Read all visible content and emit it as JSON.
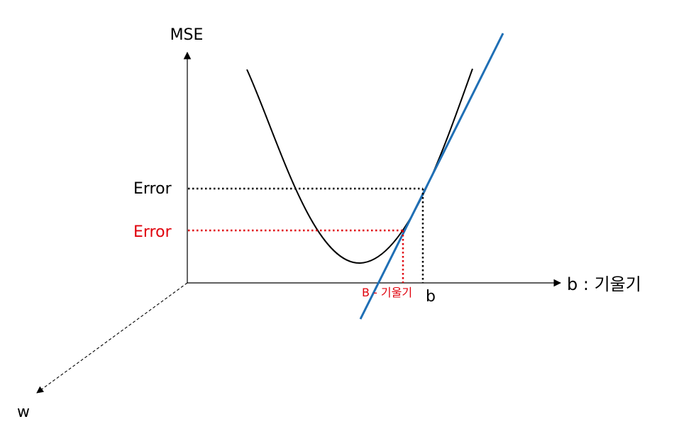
{
  "labels": {
    "y_axis": "MSE",
    "x_axis": "b : 기울기",
    "depth_axis": "w",
    "error_current": "Error",
    "error_next": "Error",
    "b_current": "b",
    "b_next": "B - 기울기"
  },
  "colors": {
    "axis": "#000000",
    "curve": "#000000",
    "tangent": "#1f6fb5",
    "current_guides": "#000000",
    "next_guides": "#e0000b",
    "next_text": "#e0000b"
  }
}
